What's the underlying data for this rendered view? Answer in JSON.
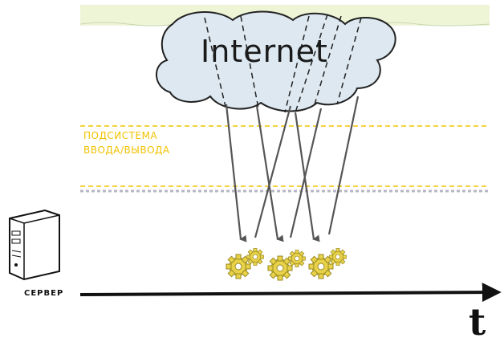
{
  "cloud": {
    "label": "Internet"
  },
  "io_subsystem": {
    "line1": "ПОДСИСТЕМА",
    "line2": "ВВОДА/ВЫВОДА"
  },
  "server": {
    "label": "СЕРВЕР"
  },
  "timeline": {
    "label": "t"
  },
  "colors": {
    "cloud_fill": "#dde8f0",
    "sky_strip": "#eef5d6",
    "io_band": "#f2c200",
    "gear": "#e8d24a",
    "arrow": "#555555",
    "axis": "#111111"
  },
  "icons": [
    "cloud-icon",
    "server-icon",
    "gear-icon",
    "arrow-icon"
  ]
}
